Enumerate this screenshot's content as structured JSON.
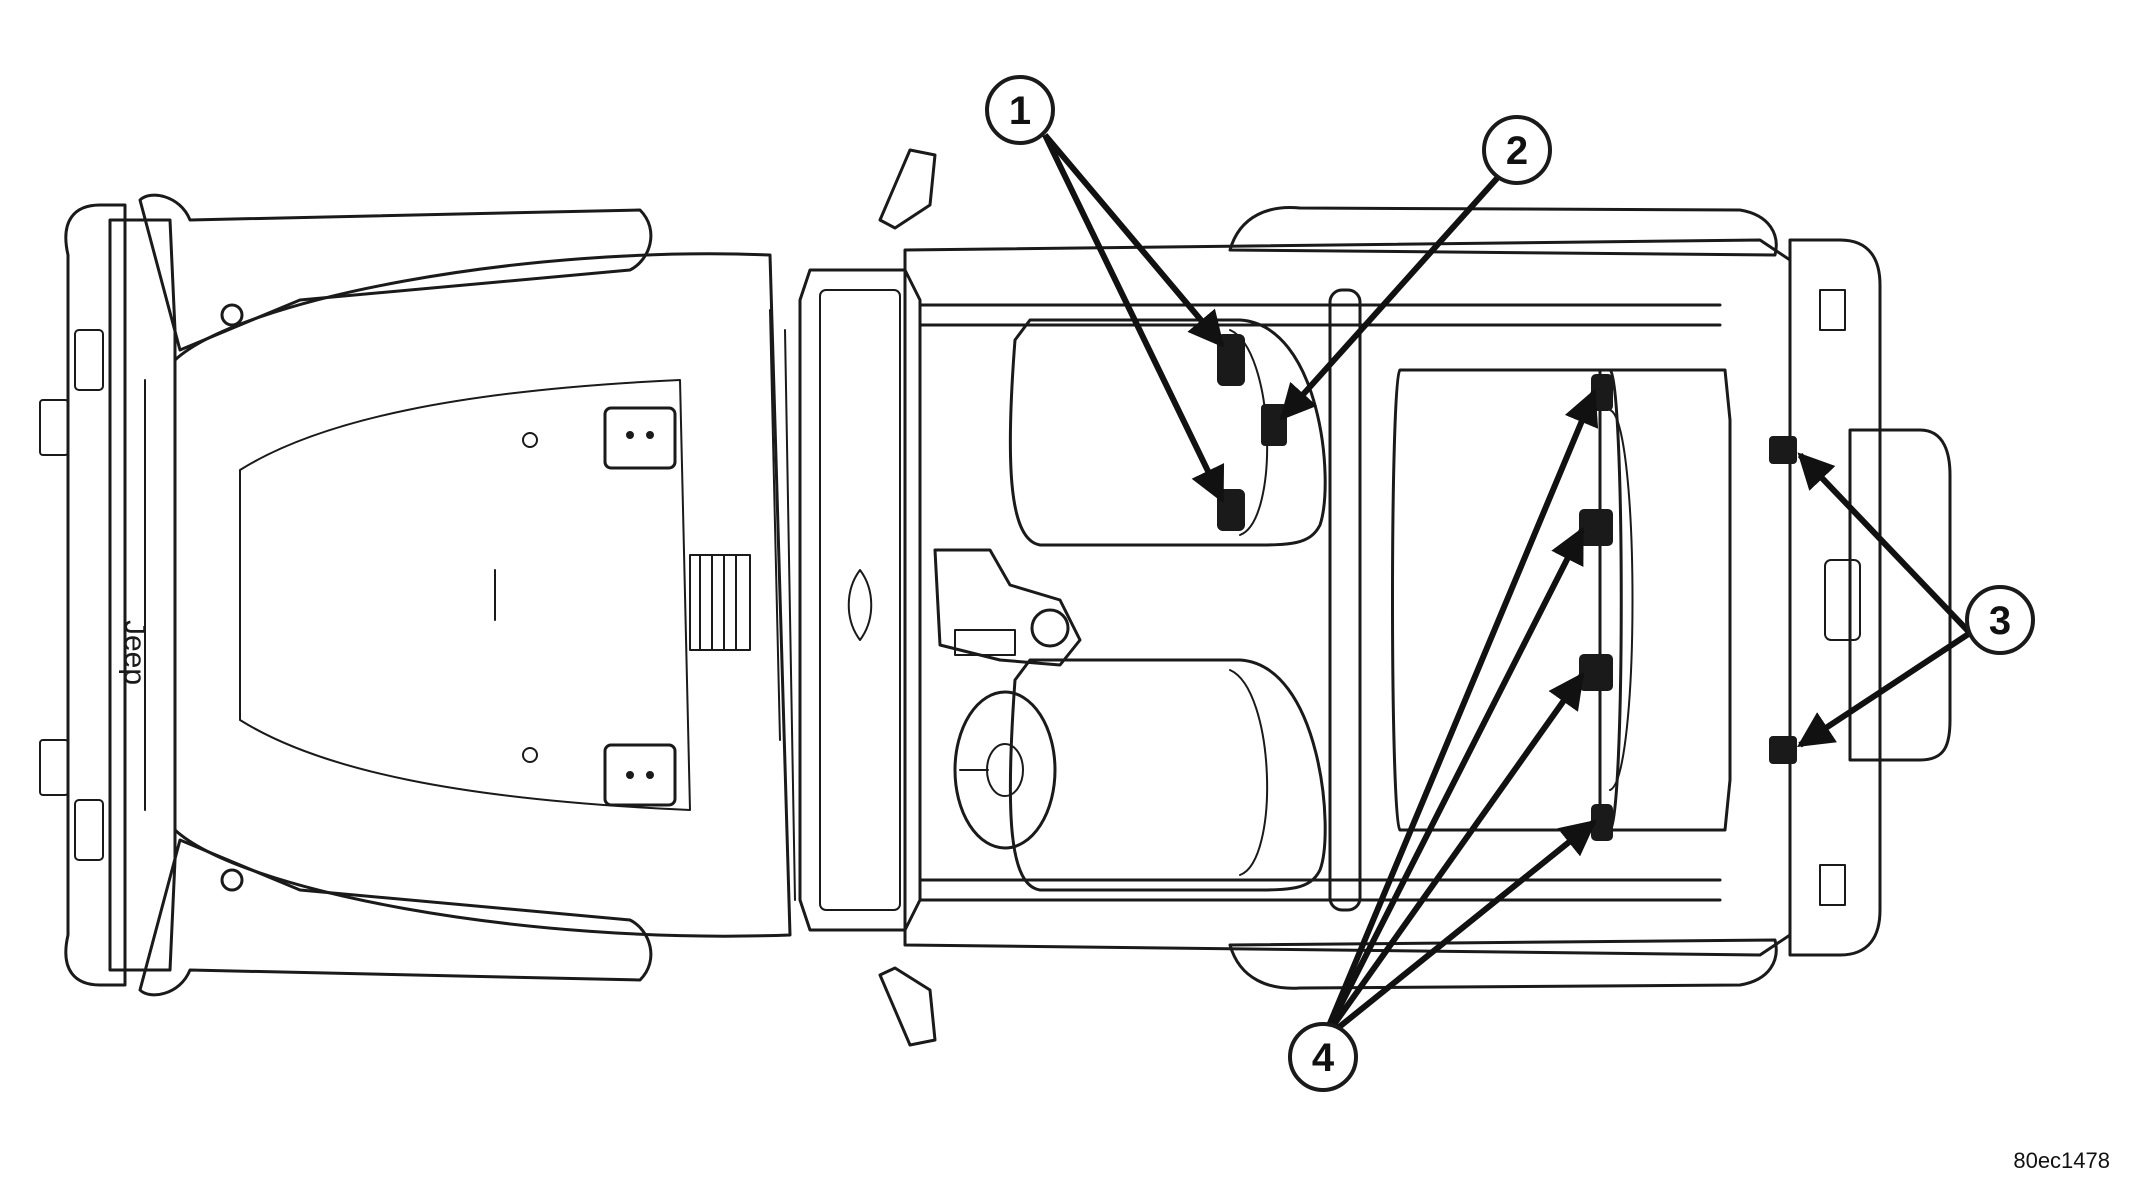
{
  "diagram": {
    "grille_badge": "Jeep",
    "figure_id": "80ec1478",
    "callouts": [
      {
        "label": "1",
        "target": "front seat anchor points"
      },
      {
        "label": "2",
        "target": "console anchor point"
      },
      {
        "label": "3",
        "target": "rear tailgate anchor points"
      },
      {
        "label": "4",
        "target": "rear seat anchor points"
      }
    ]
  }
}
